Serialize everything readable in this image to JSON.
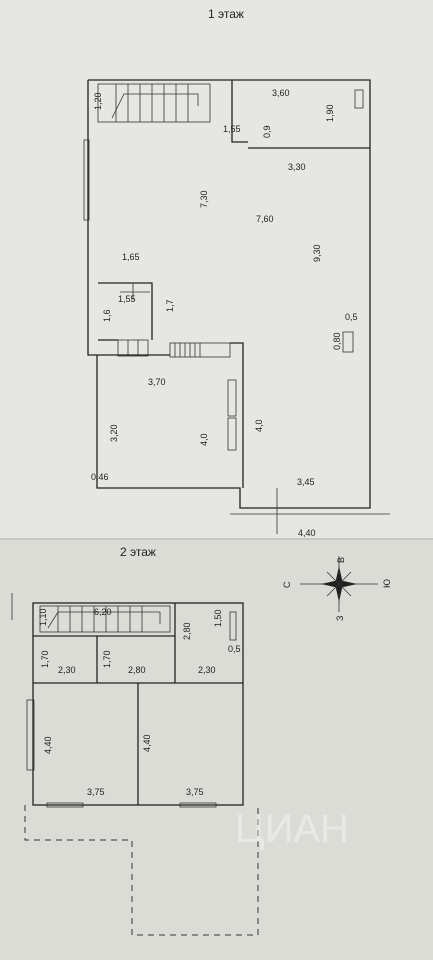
{
  "floor1": {
    "title": "1 этаж",
    "dims": [
      "3,60",
      "1,20",
      "1,55",
      "0,9",
      "1,90",
      "3,30",
      "7,30",
      "7,60",
      "9,30",
      "1,65",
      "1,55",
      "1,6",
      "1,7",
      "0,5",
      "0,80",
      "3,70",
      "3,20",
      "4,0",
      "4,0",
      "0,46",
      "3,45",
      "4,40"
    ]
  },
  "floor2": {
    "title": "2 этаж",
    "dims": [
      "1,10",
      "6,20",
      "2,80",
      "1,50",
      "0,5",
      "1,70",
      "1,70",
      "2,30",
      "2,80",
      "2,30",
      "4,40",
      "4,40",
      "3,75",
      "3,75"
    ]
  },
  "compass": {
    "north": "С",
    "south": "Ю",
    "east": "В",
    "west": "З"
  },
  "watermark": "ЦИАН"
}
